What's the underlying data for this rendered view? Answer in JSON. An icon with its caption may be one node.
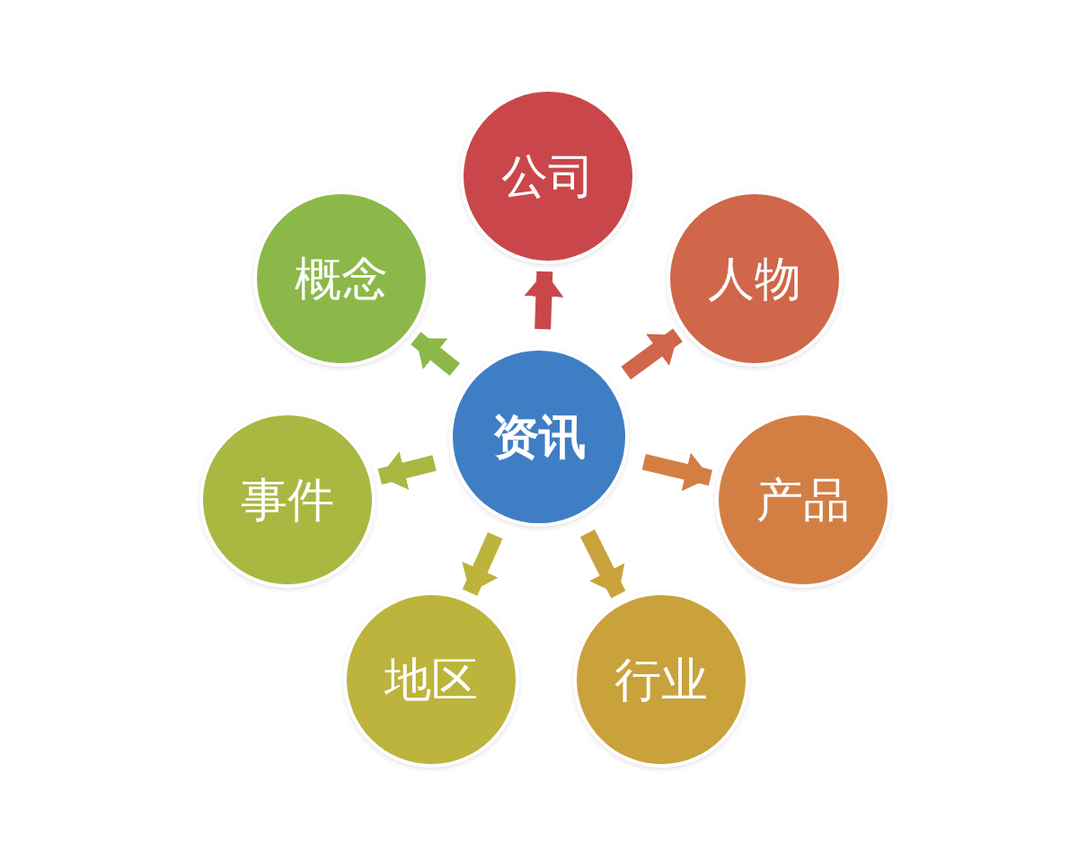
{
  "diagram": {
    "nodes": [
      {
        "text": [
          "资讯"
        ]
      },
      {
        "text": [
          "公司"
        ]
      },
      {
        "text": [
          "人物"
        ]
      },
      {
        "text": [
          "产品"
        ]
      },
      {
        "text": [
          "行业"
        ]
      },
      {
        "text": [
          "地区"
        ]
      },
      {
        "text": [
          "事件"
        ]
      },
      {
        "text": [
          "概念"
        ]
      }
    ],
    "edges": [
      {
        "from": 0,
        "to": 1,
        "arrow": "to",
        "color": "#c9474a"
      },
      {
        "from": 0,
        "to": 2,
        "arrow": "to",
        "color": "#d0664a"
      },
      {
        "from": 0,
        "to": 3,
        "arrow": "to",
        "color": "#d37f44"
      },
      {
        "from": 0,
        "to": 4,
        "arrow": "to",
        "color": "#c9a23c"
      },
      {
        "from": 0,
        "to": 5,
        "arrow": "to",
        "color": "#bcb43c"
      },
      {
        "from": 0,
        "to": 6,
        "arrow": "to",
        "color": "#a9b840"
      },
      {
        "from": 0,
        "to": 7,
        "arrow": "to",
        "color": "#8cb84a"
      }
    ]
  }
}
